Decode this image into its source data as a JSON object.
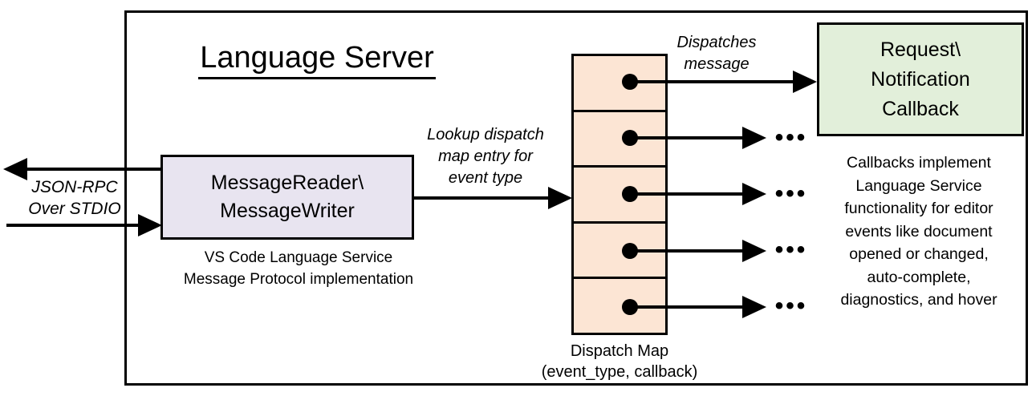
{
  "title": "Language Server",
  "io": {
    "line1": "JSON-RPC",
    "line2": "Over STDIO"
  },
  "reader": {
    "line1": "MessageReader\\",
    "line2": "MessageWriter"
  },
  "reader_caption": {
    "line1": "VS Code Language Service",
    "line2": "Message Protocol implementation"
  },
  "lookup": {
    "line1": "Lookup dispatch",
    "line2": "map entry for",
    "line3": "event type"
  },
  "dispatches": {
    "line1": "Dispatches",
    "line2": "message"
  },
  "callback": {
    "line1": "Request\\",
    "line2": "Notification",
    "line3": "Callback"
  },
  "map_caption": {
    "line1": "Dispatch Map",
    "line2": "(event_type, callback)"
  },
  "note": [
    "Callbacks implement",
    "Language Service",
    "functionality for editor",
    "events like document",
    "opened or changed,",
    "auto-complete,",
    "diagnostics, and hover"
  ],
  "ellipsis": "•••",
  "colors": {
    "reader_fill": "#e8e4f0",
    "dispatch_map_fill": "#fce5d4",
    "callback_fill": "#e2efda",
    "line": "#000000",
    "background": "#ffffff"
  }
}
